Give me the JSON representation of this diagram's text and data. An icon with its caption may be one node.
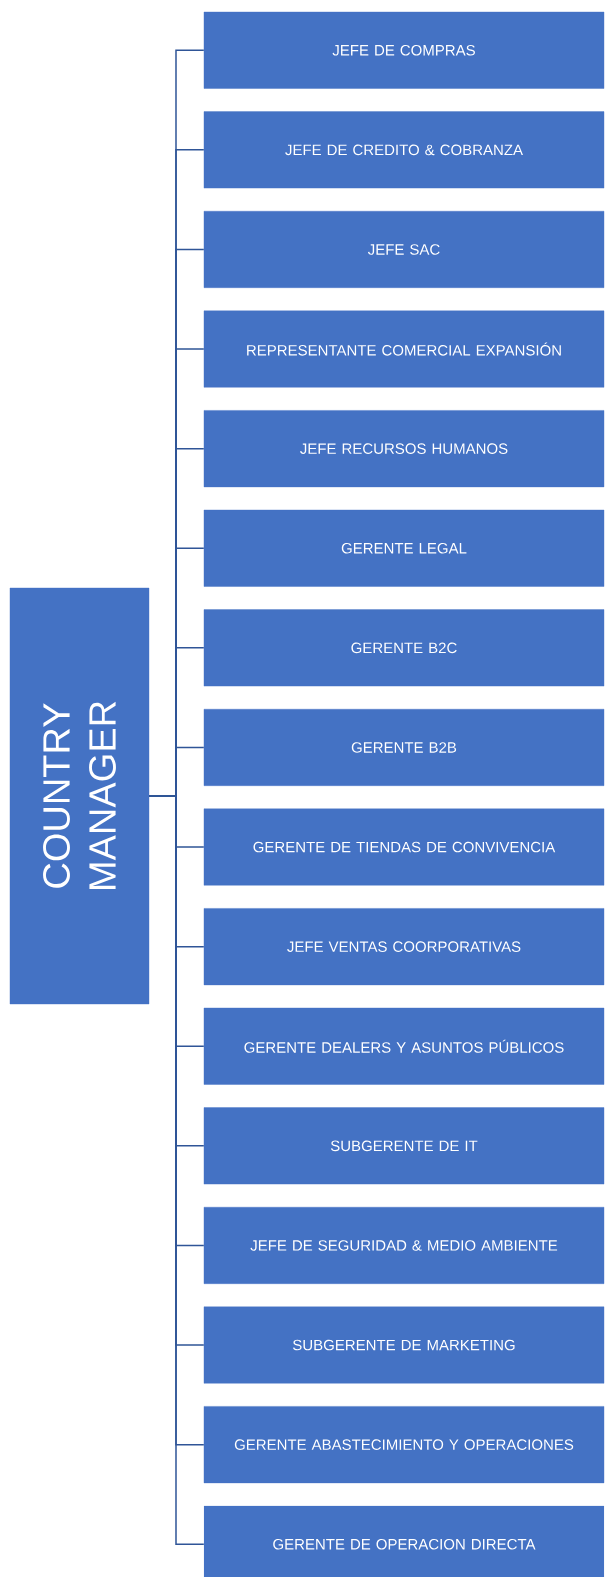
{
  "diagram": {
    "nodes": [
      {
        "text": [
          "COUNTRY MANAGER"
        ]
      },
      {
        "text": [
          "JEFE DE COMPRAS"
        ]
      },
      {
        "text": [
          "JEFE DE CREDITO & COBRANZA"
        ]
      },
      {
        "text": [
          "JEFE SAC"
        ]
      },
      {
        "text": [
          "REPRESENTANTE COMERCIAL EXPANSIÓN"
        ]
      },
      {
        "text": [
          "JEFE RECURSOS HUMANOS"
        ]
      },
      {
        "text": [
          "GERENTE LEGAL"
        ]
      },
      {
        "text": [
          "GERENTE B2C"
        ]
      },
      {
        "text": [
          "GERENTE B2B"
        ]
      },
      {
        "text": [
          "GERENTE DE TIENDAS DE CONVIVENCIA"
        ]
      },
      {
        "text": [
          "JEFE VENTAS COORPORATIVAS"
        ]
      },
      {
        "text": [
          "GERENTE DEALERS Y ASUNTOS PÚBLICOS"
        ]
      },
      {
        "text": [
          "SUBGERENTE DE IT"
        ]
      },
      {
        "text": [
          "JEFE DE SEGURIDAD & MEDIO AMBIENTE"
        ]
      },
      {
        "text": [
          "SUBGERENTE DE MARKETING"
        ]
      },
      {
        "text": [
          "GERENTE ABASTECIMIENTO Y OPERACIONES"
        ]
      },
      {
        "text": [
          "GERENTE DE OPERACION DIRECTA"
        ]
      }
    ],
    "edges": [
      {
        "from": 0,
        "to": 1,
        "arrow": "none"
      },
      {
        "from": 0,
        "to": 2,
        "arrow": "none"
      },
      {
        "from": 0,
        "to": 3,
        "arrow": "none"
      },
      {
        "from": 0,
        "to": 4,
        "arrow": "none"
      },
      {
        "from": 0,
        "to": 5,
        "arrow": "none"
      },
      {
        "from": 0,
        "to": 6,
        "arrow": "none"
      },
      {
        "from": 0,
        "to": 7,
        "arrow": "none"
      },
      {
        "from": 0,
        "to": 8,
        "arrow": "none"
      },
      {
        "from": 0,
        "to": 9,
        "arrow": "none"
      },
      {
        "from": 0,
        "to": 10,
        "arrow": "none"
      },
      {
        "from": 0,
        "to": 11,
        "arrow": "none"
      },
      {
        "from": 0,
        "to": 12,
        "arrow": "none"
      },
      {
        "from": 0,
        "to": 13,
        "arrow": "none"
      },
      {
        "from": 0,
        "to": 14,
        "arrow": "none"
      },
      {
        "from": 0,
        "to": 15,
        "arrow": "none"
      },
      {
        "from": 0,
        "to": 16,
        "arrow": "none"
      }
    ]
  }
}
